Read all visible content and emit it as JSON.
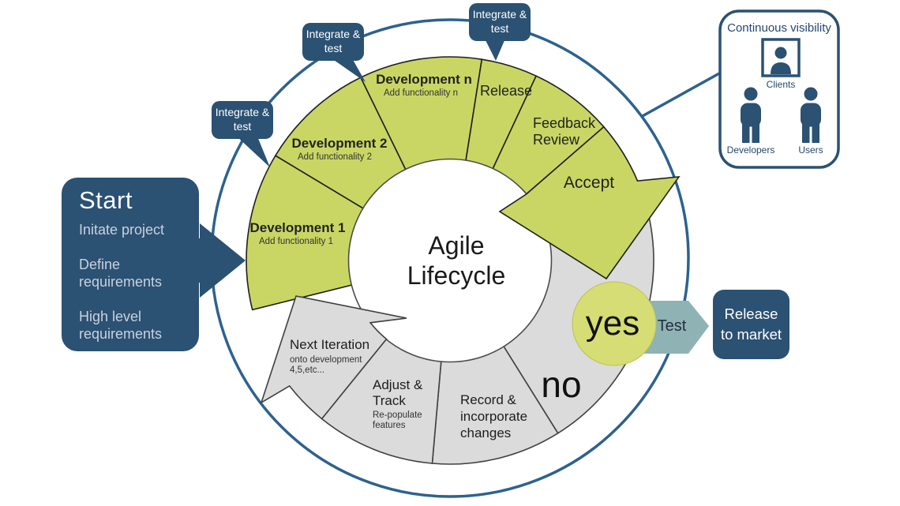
{
  "diagram_title": "Agile Lifecycle",
  "start_box": {
    "title": "Start",
    "items": [
      "Initate project",
      "Define requirements",
      "High level requirements"
    ]
  },
  "callouts": [
    {
      "label": "Integrate & test"
    },
    {
      "label": "Integrate & test"
    },
    {
      "label": "Integrate & test"
    }
  ],
  "cycle": {
    "green_segments": [
      {
        "label": "Development 1",
        "sub": "Add functionality 1"
      },
      {
        "label": "Development 2",
        "sub": "Add functionality 2"
      },
      {
        "label": "Development n",
        "sub": "Add functionality n"
      },
      {
        "label": "Release"
      },
      {
        "label": "Feedback Review"
      },
      {
        "label": "Accept"
      }
    ],
    "gray_segments": [
      {
        "label": "Record & incorporate changes"
      },
      {
        "label": "Adjust & Track",
        "sub": "Re-populate features"
      },
      {
        "label": "Next Iteration",
        "sub": "onto development 4,5,etc..."
      }
    ]
  },
  "decision": {
    "yes_label": "yes",
    "no_label": "no",
    "test_label": "Test"
  },
  "release_box": {
    "label": "Release to market"
  },
  "visibility_box": {
    "title": "Continuous visibility",
    "roles": [
      {
        "label": "Clients"
      },
      {
        "label": "Developers"
      },
      {
        "label": "Users"
      }
    ]
  },
  "colors": {
    "navy": "#2b5173",
    "circle_stroke": "#2d628e",
    "green": "#c9d664",
    "yes_green": "#d5dd74",
    "gray": "#dbdbdb",
    "teal": "#8fb2b4"
  }
}
